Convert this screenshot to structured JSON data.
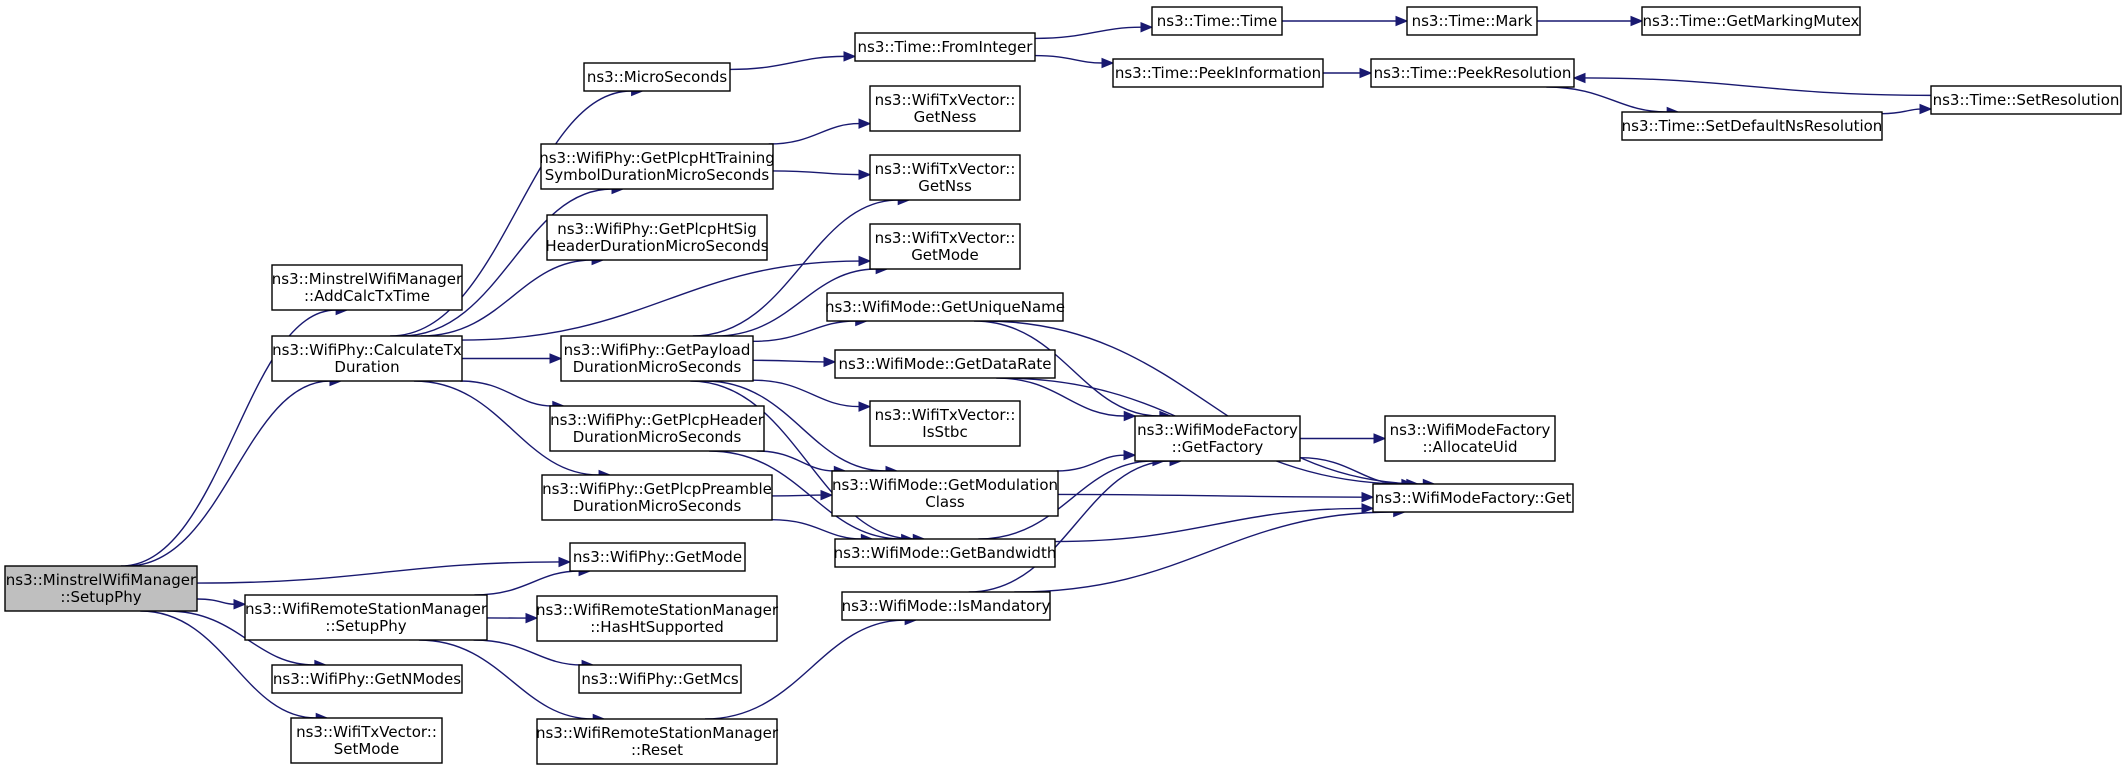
{
  "diagram": {
    "type": "call-graph",
    "colors": {
      "edge": "#191970",
      "root_fill": "#bfbfbf",
      "node_fill": "#ffffff",
      "node_stroke": "#000000"
    },
    "nodes": [
      {
        "id": "root",
        "lines": [
          "ns3::MinstrelWifiManager",
          "::SetupPhy"
        ],
        "root": true
      },
      {
        "id": "addcalc",
        "lines": [
          "ns3::MinstrelWifiManager",
          "::AddCalcTxTime"
        ]
      },
      {
        "id": "calctx",
        "lines": [
          "ns3::WifiPhy::CalculateTx",
          "Duration"
        ]
      },
      {
        "id": "phygetmode",
        "lines": [
          "ns3::WifiPhy::GetMode"
        ]
      },
      {
        "id": "rsmsetup",
        "lines": [
          "ns3::WifiRemoteStationManager",
          "::SetupPhy"
        ]
      },
      {
        "id": "getnmodes",
        "lines": [
          "ns3::WifiPhy::GetNModes"
        ]
      },
      {
        "id": "txvsetmode",
        "lines": [
          "ns3::WifiTxVector::",
          "SetMode"
        ]
      },
      {
        "id": "microsec",
        "lines": [
          "ns3::MicroSeconds"
        ]
      },
      {
        "id": "httraining",
        "lines": [
          "ns3::WifiPhy::GetPlcpHtTraining",
          "SymbolDurationMicroSeconds"
        ]
      },
      {
        "id": "htsig",
        "lines": [
          "ns3::WifiPhy::GetPlcpHtSig",
          "HeaderDurationMicroSeconds"
        ]
      },
      {
        "id": "payload",
        "lines": [
          "ns3::WifiPhy::GetPayload",
          "DurationMicroSeconds"
        ]
      },
      {
        "id": "plcpheader",
        "lines": [
          "ns3::WifiPhy::GetPlcpHeader",
          "DurationMicroSeconds"
        ]
      },
      {
        "id": "preamble",
        "lines": [
          "ns3::WifiPhy::GetPlcpPreamble",
          "DurationMicroSeconds"
        ]
      },
      {
        "id": "hasht",
        "lines": [
          "ns3::WifiRemoteStationManager",
          "::HasHtSupported"
        ]
      },
      {
        "id": "getmcs",
        "lines": [
          "ns3::WifiPhy::GetMcs"
        ]
      },
      {
        "id": "reset",
        "lines": [
          "ns3::WifiRemoteStationManager",
          "::Reset"
        ]
      },
      {
        "id": "frominteger",
        "lines": [
          "ns3::Time::FromInteger"
        ]
      },
      {
        "id": "getness",
        "lines": [
          "ns3::WifiTxVector::",
          "GetNess"
        ]
      },
      {
        "id": "getnss",
        "lines": [
          "ns3::WifiTxVector::",
          "GetNss"
        ]
      },
      {
        "id": "txvgetmode",
        "lines": [
          "ns3::WifiTxVector::",
          "GetMode"
        ]
      },
      {
        "id": "uniquename",
        "lines": [
          "ns3::WifiMode::GetUniqueName"
        ]
      },
      {
        "id": "datarate",
        "lines": [
          "ns3::WifiMode::GetDataRate"
        ]
      },
      {
        "id": "isstbc",
        "lines": [
          "ns3::WifiTxVector::",
          "IsStbc"
        ]
      },
      {
        "id": "modclass",
        "lines": [
          "ns3::WifiMode::GetModulation",
          "Class"
        ]
      },
      {
        "id": "bandwidth",
        "lines": [
          "ns3::WifiMode::GetBandwidth"
        ]
      },
      {
        "id": "mandatory",
        "lines": [
          "ns3::WifiMode::IsMandatory"
        ]
      },
      {
        "id": "timetime",
        "lines": [
          "ns3::Time::Time"
        ]
      },
      {
        "id": "peekinfo",
        "lines": [
          "ns3::Time::PeekInformation"
        ]
      },
      {
        "id": "factory",
        "lines": [
          "ns3::WifiModeFactory",
          "::GetFactory"
        ]
      },
      {
        "id": "mark",
        "lines": [
          "ns3::Time::Mark"
        ]
      },
      {
        "id": "peekres",
        "lines": [
          "ns3::Time::PeekResolution"
        ]
      },
      {
        "id": "setdefault",
        "lines": [
          "ns3::Time::SetDefaultNsResolution"
        ]
      },
      {
        "id": "allocuid",
        "lines": [
          "ns3::WifiModeFactory",
          "::AllocateUid"
        ]
      },
      {
        "id": "factoryget",
        "lines": [
          "ns3::WifiModeFactory::Get"
        ]
      },
      {
        "id": "mutex",
        "lines": [
          "ns3::Time::GetMarkingMutex"
        ]
      },
      {
        "id": "setres",
        "lines": [
          "ns3::Time::SetResolution"
        ]
      }
    ],
    "edges": [
      [
        "root",
        "addcalc"
      ],
      [
        "root",
        "calctx"
      ],
      [
        "root",
        "phygetmode"
      ],
      [
        "root",
        "rsmsetup"
      ],
      [
        "root",
        "getnmodes"
      ],
      [
        "root",
        "txvsetmode"
      ],
      [
        "calctx",
        "microsec"
      ],
      [
        "calctx",
        "httraining"
      ],
      [
        "calctx",
        "htsig"
      ],
      [
        "calctx",
        "txvgetmode"
      ],
      [
        "calctx",
        "payload"
      ],
      [
        "calctx",
        "plcpheader"
      ],
      [
        "calctx",
        "preamble"
      ],
      [
        "microsec",
        "frominteger"
      ],
      [
        "frominteger",
        "timetime"
      ],
      [
        "frominteger",
        "peekinfo"
      ],
      [
        "timetime",
        "mark"
      ],
      [
        "mark",
        "mutex"
      ],
      [
        "peekinfo",
        "peekres"
      ],
      [
        "peekres",
        "setdefault"
      ],
      [
        "setdefault",
        "setres"
      ],
      [
        "setres",
        "peekres"
      ],
      [
        "httraining",
        "getness"
      ],
      [
        "httraining",
        "getnss"
      ],
      [
        "payload",
        "getnss"
      ],
      [
        "payload",
        "txvgetmode"
      ],
      [
        "payload",
        "uniquename"
      ],
      [
        "payload",
        "datarate"
      ],
      [
        "payload",
        "isstbc"
      ],
      [
        "payload",
        "modclass"
      ],
      [
        "payload",
        "bandwidth"
      ],
      [
        "plcpheader",
        "modclass"
      ],
      [
        "plcpheader",
        "bandwidth"
      ],
      [
        "preamble",
        "modclass"
      ],
      [
        "preamble",
        "bandwidth"
      ],
      [
        "uniquename",
        "factory"
      ],
      [
        "uniquename",
        "factoryget"
      ],
      [
        "datarate",
        "factory"
      ],
      [
        "datarate",
        "factoryget"
      ],
      [
        "modclass",
        "factory"
      ],
      [
        "modclass",
        "factoryget"
      ],
      [
        "bandwidth",
        "factory"
      ],
      [
        "bandwidth",
        "factoryget"
      ],
      [
        "mandatory",
        "factory"
      ],
      [
        "mandatory",
        "factoryget"
      ],
      [
        "factory",
        "allocuid"
      ],
      [
        "factory",
        "factoryget"
      ],
      [
        "rsmsetup",
        "phygetmode"
      ],
      [
        "rsmsetup",
        "hasht"
      ],
      [
        "rsmsetup",
        "getmcs"
      ],
      [
        "rsmsetup",
        "reset"
      ],
      [
        "reset",
        "mandatory"
      ]
    ]
  }
}
